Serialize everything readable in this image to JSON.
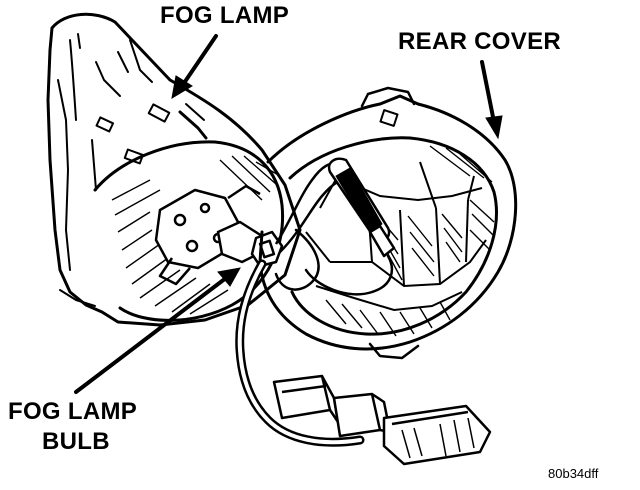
{
  "figure": {
    "callouts": {
      "fog_lamp": "FOG LAMP",
      "rear_cover": "REAR COVER",
      "fog_lamp_bulb_line1": "FOG LAMP",
      "fog_lamp_bulb_line2": "BULB"
    },
    "figure_id": "80b34dff"
  },
  "colors": {
    "ink": "#000000",
    "paper": "#ffffff"
  }
}
